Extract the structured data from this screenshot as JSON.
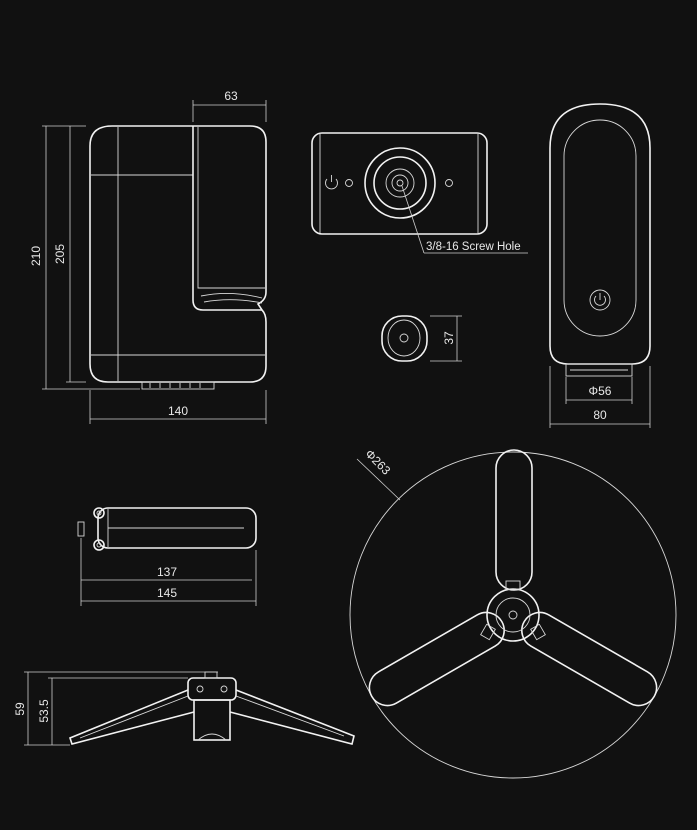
{
  "dimensions": {
    "side_width_top": "63",
    "side_height_total": "210",
    "side_height_body": "205",
    "side_width_base": "140",
    "knob_height": "37",
    "front_base_diameter": "Φ56",
    "front_width": "80",
    "circle_diameter": "Φ263",
    "folded_inner": "137",
    "folded_outer": "145",
    "tripod_height_total": "59",
    "tripod_height_partial": "53.5"
  },
  "callouts": {
    "screw_hole": "3/8-16 Screw Hole"
  },
  "colors": {
    "background": "#111111",
    "line": "#f2f2f2"
  }
}
